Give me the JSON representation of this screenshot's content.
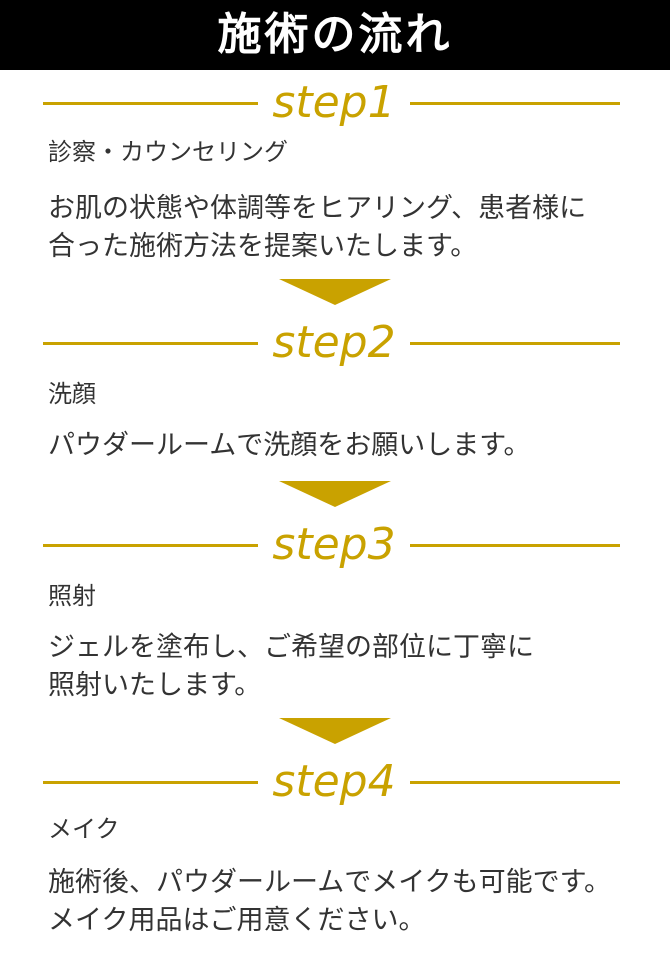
{
  "header": {
    "title": "施術の流れ"
  },
  "colors": {
    "accent": "#c9a200",
    "header_bg": "#000000",
    "text": "#333333"
  },
  "steps": [
    {
      "label": "step1",
      "title": "診察・カウンセリング",
      "desc_lines": [
        "お肌の状態や体調等をヒアリング、患者様に",
        "合った施術方法を提案いたします。"
      ]
    },
    {
      "label": "step2",
      "title": "洗顔",
      "desc_lines": [
        "パウダールームで洗顔をお願いします。"
      ]
    },
    {
      "label": "step3",
      "title": "照射",
      "desc_lines": [
        "ジェルを塗布し、ご希望の部位に丁寧に",
        "照射いたします。"
      ]
    },
    {
      "label": "step4",
      "title": "メイク",
      "desc_lines": [
        "施術後、パウダールームでメイクも可能です。",
        "メイク用品はご用意ください。"
      ]
    }
  ]
}
